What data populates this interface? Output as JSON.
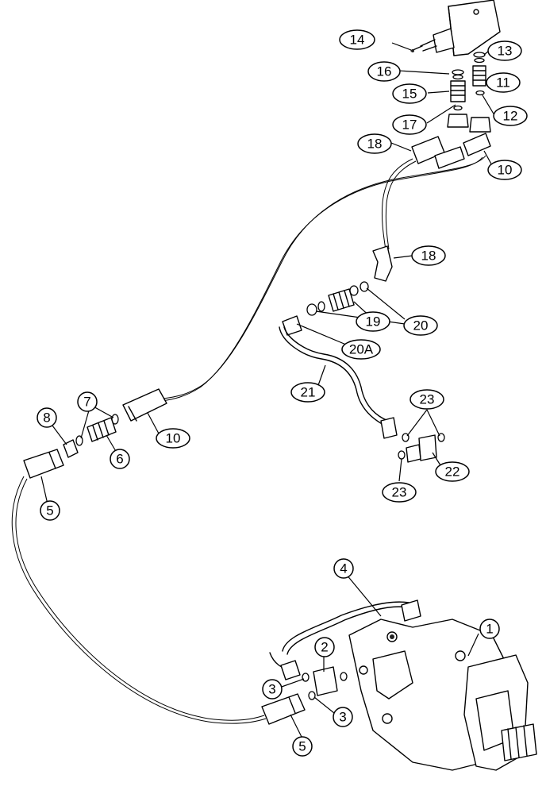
{
  "callouts": {
    "c1": "1",
    "c2": "2",
    "c3a": "3",
    "c3b": "3",
    "c4": "4",
    "c5a": "5",
    "c5b": "5",
    "c6": "6",
    "c7": "7",
    "c8": "8",
    "c10a": "10",
    "c10b": "10",
    "c11": "11",
    "c12": "12",
    "c13": "13",
    "c14": "14",
    "c15": "15",
    "c16": "16",
    "c17": "17",
    "c18a": "18",
    "c18b": "18",
    "c19": "19",
    "c20": "20",
    "c20a": "20A",
    "c21": "21",
    "c22": "22",
    "c23a": "23",
    "c23b": "23"
  }
}
